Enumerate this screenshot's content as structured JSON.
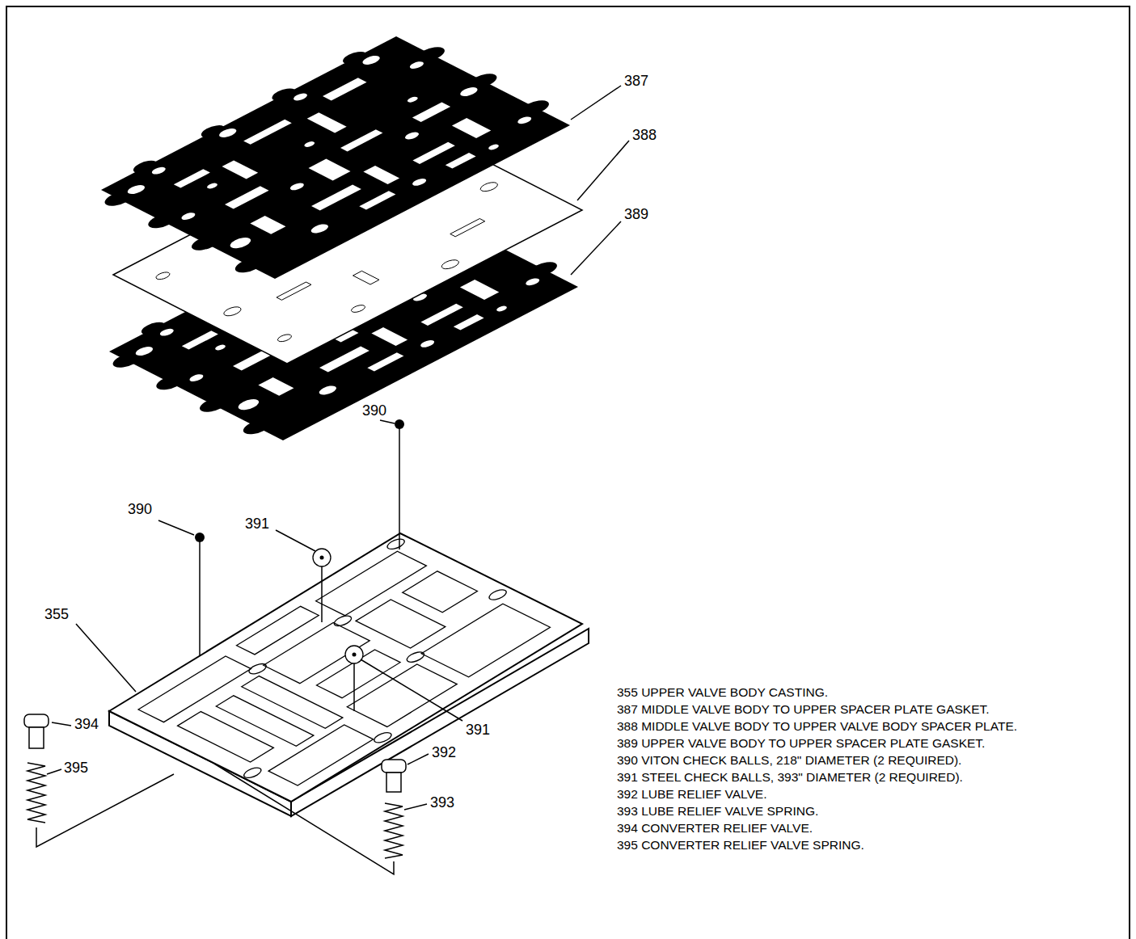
{
  "diagram": {
    "labels": [
      "387",
      "388",
      "389",
      "390",
      "390",
      "391",
      "355",
      "391",
      "394",
      "392",
      "395",
      "393",
      "355 UPPER VALVE BODY CASTING.",
      "387 MIDDLE VALVE BODY TO UPPER SPACER PLATE GASKET.",
      "388 MIDDLE VALVE BODY TO UPPER VALVE BODY SPACER PLATE.",
      "389 UPPER VALVE BODY TO UPPER SPACER PLATE GASKET.",
      "390 VITON CHECK BALLS, 218\" DIAMETER (2 REQUIRED).",
      "391 STEEL CHECK BALLS, 393\" DIAMETER (2 REQUIRED).",
      "392 LUBE RELIEF VALVE.",
      "393 LUBE RELIEF VALVE SPRING.",
      "394 CONVERTER RELIEF VALVE.",
      "395 CONVERTER RELIEF VALVE SPRING."
    ]
  }
}
